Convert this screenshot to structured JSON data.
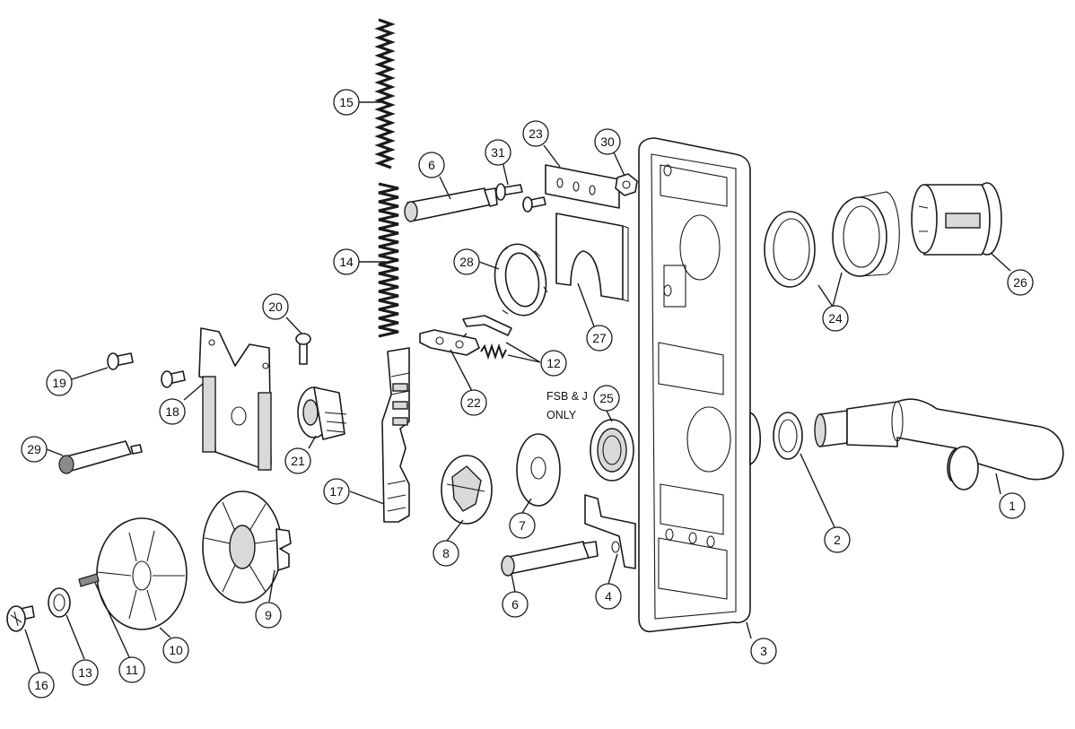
{
  "callouts": [
    {
      "id": "c1",
      "label": "1"
    },
    {
      "id": "c2",
      "label": "2"
    },
    {
      "id": "c3",
      "label": "3"
    },
    {
      "id": "c4",
      "label": "4"
    },
    {
      "id": "c6a",
      "label": "6"
    },
    {
      "id": "c6b",
      "label": "6"
    },
    {
      "id": "c7",
      "label": "7"
    },
    {
      "id": "c8",
      "label": "8"
    },
    {
      "id": "c9",
      "label": "9"
    },
    {
      "id": "c10",
      "label": "10"
    },
    {
      "id": "c11",
      "label": "11"
    },
    {
      "id": "c12",
      "label": "12"
    },
    {
      "id": "c13",
      "label": "13"
    },
    {
      "id": "c14",
      "label": "14"
    },
    {
      "id": "c15",
      "label": "15"
    },
    {
      "id": "c16",
      "label": "16"
    },
    {
      "id": "c17",
      "label": "17"
    },
    {
      "id": "c18",
      "label": "18"
    },
    {
      "id": "c19",
      "label": "19"
    },
    {
      "id": "c20",
      "label": "20"
    },
    {
      "id": "c21",
      "label": "21"
    },
    {
      "id": "c22",
      "label": "22"
    },
    {
      "id": "c23",
      "label": "23"
    },
    {
      "id": "c24",
      "label": "24"
    },
    {
      "id": "c25",
      "label": "25"
    },
    {
      "id": "c26",
      "label": "26"
    },
    {
      "id": "c27",
      "label": "27"
    },
    {
      "id": "c28",
      "label": "28"
    },
    {
      "id": "c29",
      "label": "29"
    },
    {
      "id": "c30",
      "label": "30"
    },
    {
      "id": "c31",
      "label": "31"
    }
  ],
  "notes": {
    "fsb_line1": "FSB & J",
    "fsb_line2": "ONLY"
  }
}
